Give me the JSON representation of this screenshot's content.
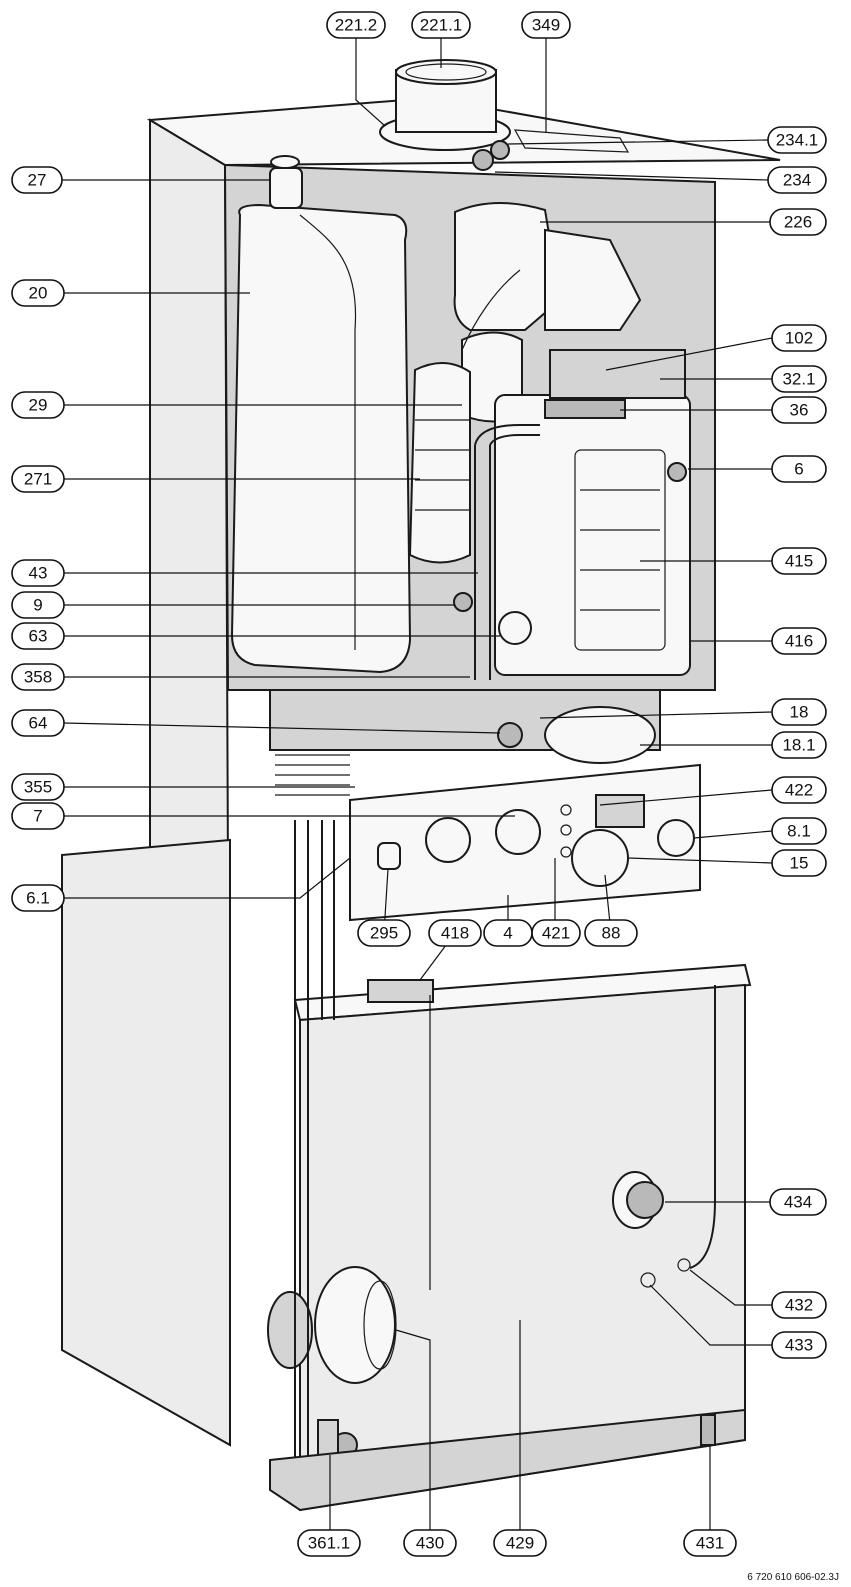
{
  "callouts": [
    {
      "id": "c-221-2",
      "label": "221.2"
    },
    {
      "id": "c-221-1",
      "label": "221.1"
    },
    {
      "id": "c-349",
      "label": "349"
    },
    {
      "id": "c-234-1",
      "label": "234.1"
    },
    {
      "id": "c-27",
      "label": "27"
    },
    {
      "id": "c-234",
      "label": "234"
    },
    {
      "id": "c-226",
      "label": "226"
    },
    {
      "id": "c-20",
      "label": "20"
    },
    {
      "id": "c-102",
      "label": "102"
    },
    {
      "id": "c-32-1",
      "label": "32.1"
    },
    {
      "id": "c-29",
      "label": "29"
    },
    {
      "id": "c-36",
      "label": "36"
    },
    {
      "id": "c-6",
      "label": "6"
    },
    {
      "id": "c-271",
      "label": "271"
    },
    {
      "id": "c-415",
      "label": "415"
    },
    {
      "id": "c-43",
      "label": "43"
    },
    {
      "id": "c-9",
      "label": "9"
    },
    {
      "id": "c-63",
      "label": "63"
    },
    {
      "id": "c-416",
      "label": "416"
    },
    {
      "id": "c-358",
      "label": "358"
    },
    {
      "id": "c-64",
      "label": "64"
    },
    {
      "id": "c-18",
      "label": "18"
    },
    {
      "id": "c-18-1",
      "label": "18.1"
    },
    {
      "id": "c-355",
      "label": "355"
    },
    {
      "id": "c-422",
      "label": "422"
    },
    {
      "id": "c-7",
      "label": "7"
    },
    {
      "id": "c-8-1",
      "label": "8.1"
    },
    {
      "id": "c-15",
      "label": "15"
    },
    {
      "id": "c-6-1",
      "label": "6.1"
    },
    {
      "id": "c-295",
      "label": "295"
    },
    {
      "id": "c-418",
      "label": "418"
    },
    {
      "id": "c-4",
      "label": "4"
    },
    {
      "id": "c-421",
      "label": "421"
    },
    {
      "id": "c-88",
      "label": "88"
    },
    {
      "id": "c-434",
      "label": "434"
    },
    {
      "id": "c-432",
      "label": "432"
    },
    {
      "id": "c-433",
      "label": "433"
    },
    {
      "id": "c-361-1",
      "label": "361.1"
    },
    {
      "id": "c-430",
      "label": "430"
    },
    {
      "id": "c-429",
      "label": "429"
    },
    {
      "id": "c-431",
      "label": "431"
    }
  ],
  "drawing_code": "6 720 610 606-02.3J"
}
